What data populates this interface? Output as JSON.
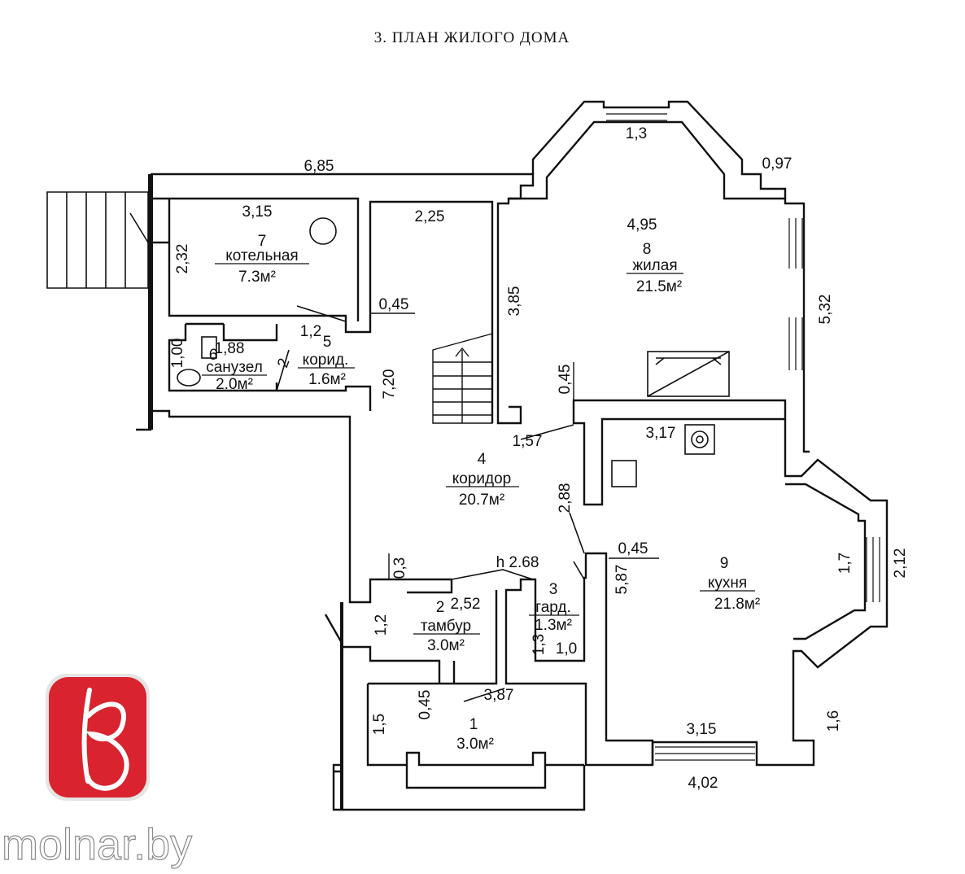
{
  "title": "3. ПЛАН ЖИЛОГО ДОМА",
  "rooms": [
    {
      "num": "1",
      "name": "",
      "area": "3.0м²"
    },
    {
      "num": "2",
      "name": "тамбур",
      "area": "3.0м²"
    },
    {
      "num": "3",
      "name": "гард.",
      "area": "1.3м²"
    },
    {
      "num": "4",
      "name": "коридор",
      "area": "20.7м²"
    },
    {
      "num": "5",
      "name": "корид.",
      "area": "1.6м²"
    },
    {
      "num": "6",
      "name": "санузел",
      "area": "2.0м²"
    },
    {
      "num": "7",
      "name": "котельная",
      "area": "7.3м²"
    },
    {
      "num": "8",
      "name": "жилая",
      "area": "21.5м²"
    },
    {
      "num": "9",
      "name": "кухня",
      "area": "21.8м²"
    }
  ],
  "dimensions": {
    "d_6_85": "6,85",
    "d_1_3_top": "1,3",
    "d_0_97": "0,97",
    "d_3_15_boiler": "3,15",
    "d_2_25": "2,25",
    "d_4_95": "4,95",
    "d_2_32": "2,32",
    "d_3_85": "3,85",
    "d_5_32": "5,32",
    "d_0_45_a": "0,45",
    "d_1_2_a": "1,2",
    "d_1_88": "1,88",
    "d_1_00": "1,00",
    "d_2": "2",
    "d_7_20": "7,20",
    "d_0_45_b": "0,45",
    "d_3_17": "3,17",
    "d_1_57": "1,57",
    "d_2_88": "2,88",
    "d_0_45_c": "0,45",
    "d_1_7": "1,7",
    "d_2_12": "2,12",
    "d_5_87": "5,87",
    "d_0_3": "0,3",
    "d_h_2_68": "h 2.68",
    "d_2_52": "2,52",
    "d_1_2_b": "1,2",
    "d_1_3_b": "1,3",
    "d_1_0": "1,0",
    "d_3_87": "3,87",
    "d_0_45_d": "0,45",
    "d_1_5": "1,5",
    "d_1_6": "1,6",
    "d_3_15_kitchen": "3,15",
    "d_4_02": "4,02"
  },
  "watermark": {
    "logo_letter": "B",
    "site": "molnar.by",
    "logo_color": "#d9232e"
  }
}
